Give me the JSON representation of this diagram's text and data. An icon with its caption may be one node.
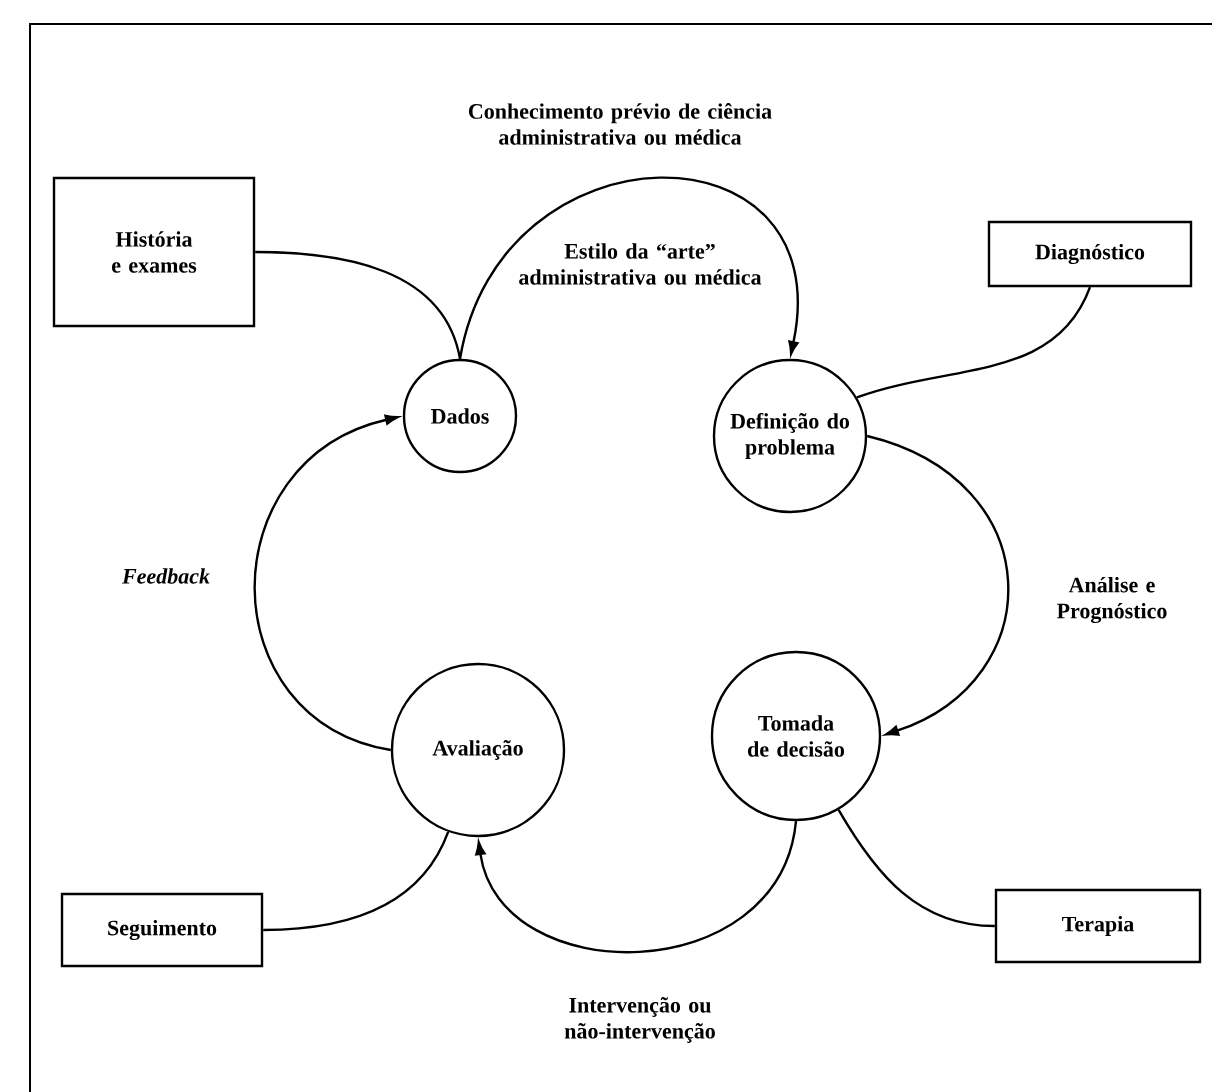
{
  "diagram": {
    "nodes": [
      {
        "text": [
          "História e exames"
        ]
      },
      {
        "text": [
          "Diagnóstico"
        ]
      },
      {
        "text": [
          "Dados"
        ]
      },
      {
        "text": [
          "Definição do problema"
        ]
      },
      {
        "text": [
          "Tomada de decisão"
        ]
      },
      {
        "text": [
          "Avaliação"
        ]
      },
      {
        "text": [
          "Seguimento"
        ]
      },
      {
        "text": [
          "Terapia"
        ]
      }
    ],
    "edges": [
      {
        "from": 0,
        "to": 2,
        "arrow": "none"
      },
      {
        "from": 1,
        "to": 3,
        "arrow": "none"
      },
      {
        "from": 2,
        "to": 3,
        "arrow": "to",
        "label": "Estilo da “arte” administrativa ou médica"
      },
      {
        "from": 3,
        "to": 4,
        "arrow": "to",
        "label": "Análise e Prognóstico"
      },
      {
        "from": 4,
        "to": 5,
        "arrow": "to",
        "label": "Intervenção ou não-intervenção"
      },
      {
        "from": 5,
        "to": 2,
        "arrow": "to",
        "label": "Feedback"
      },
      {
        "from": 7,
        "to": 4,
        "arrow": "none"
      },
      {
        "from": 6,
        "to": 5,
        "arrow": "none"
      }
    ],
    "labels": [
      "Conhecimento prévio de ciência administrativa ou médica"
    ]
  }
}
